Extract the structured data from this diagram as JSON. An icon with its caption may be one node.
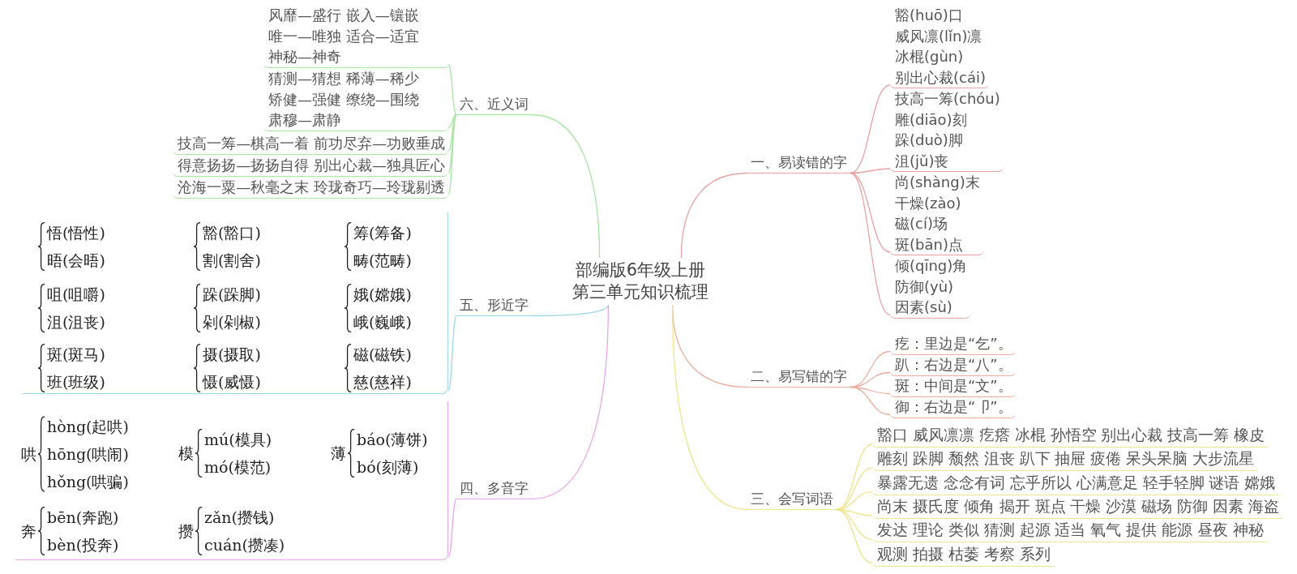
{
  "diagram": {
    "nodes": [
      {
        "text": [
          "部编版6年级上册",
          "第三单元知识梳理"
        ]
      },
      {
        "text": [
          "一、易读错的字"
        ]
      },
      {
        "text": [
          "豁(huō)口",
          "威风凛(lǐn)凛",
          "冰棍(gùn)",
          "别出心裁(cái)"
        ]
      },
      {
        "text": [
          "技高一筹(chóu)",
          "雕(diāo)刻",
          "跺(duò)脚",
          "沮(jǔ)丧"
        ]
      },
      {
        "text": [
          "尚(shàng)末",
          "干燥(zào)",
          "磁(cí)场",
          "斑(bān)点"
        ]
      },
      {
        "text": [
          "倾(qīng)角",
          "防御(yù)",
          "因素(sù)"
        ]
      },
      {
        "text": [
          "二、易写错的字"
        ]
      },
      {
        "text": [
          "疙：里边是“乞”。"
        ]
      },
      {
        "text": [
          "趴：右边是“八”。"
        ]
      },
      {
        "text": [
          "斑：中间是“文”。"
        ]
      },
      {
        "text": [
          "御：右边是“卩”。"
        ]
      },
      {
        "text": [
          "三、会写词语"
        ]
      },
      {
        "text": [
          "豁口 威风凛凛 疙瘩 冰棍 孙悟空 别出心裁 技高一筹 橡皮"
        ]
      },
      {
        "text": [
          "雕刻 跺脚 颓然 沮丧 趴下 抽屉 疲倦 呆头呆脑 大步流星"
        ]
      },
      {
        "text": [
          "暴露无遗 念念有词 忘乎所以 心满意足 轻手轻脚 谜语 嫦娥"
        ]
      },
      {
        "text": [
          "尚末 摄氏度 倾角 揭开 斑点 干燥 沙漠 磁场 防御 因素 海盗"
        ]
      },
      {
        "text": [
          "发达 理论 类似 猜测 起源 适当 氧气 提供 能源 昼夜 神秘"
        ]
      },
      {
        "text": [
          "观测 拍摄 枯萎 考察 系列"
        ]
      },
      {
        "text": [
          "四、多音字"
        ]
      },
      {
        "text": [],
        "shape": "box"
      },
      {
        "text": [
          "哄",
          "hòng(起哄)",
          "hōng(哄闹)",
          "hǒng(哄骗)"
        ],
        "in": 19
      },
      {
        "text": [
          "模",
          "mú(模具)",
          "mó(模范)"
        ],
        "in": 19
      },
      {
        "text": [
          "薄",
          "báo(薄饼)",
          "bó(刻薄)"
        ],
        "in": 19
      },
      {
        "text": [
          "奔",
          "bēn(奔跑)",
          "bèn(投奔)"
        ],
        "in": 19
      },
      {
        "text": [
          "攒",
          "zǎn(攒钱)",
          "cuán(攒凑)"
        ],
        "in": 19
      },
      {
        "text": [
          "五、形近字"
        ]
      },
      {
        "text": [],
        "shape": "box"
      },
      {
        "text": [
          "悟(悟性)",
          "晤(会晤)"
        ],
        "in": 26
      },
      {
        "text": [
          "豁(豁口)",
          "割(割舍)"
        ],
        "in": 26
      },
      {
        "text": [
          "筹(筹备)",
          "畴(范畴)"
        ],
        "in": 26
      },
      {
        "text": [
          "咀(咀嚼)",
          "沮(沮丧)"
        ],
        "in": 26
      },
      {
        "text": [
          "跺(跺脚)",
          "剁(剁椒)"
        ],
        "in": 26
      },
      {
        "text": [
          "娥(嫦娥)",
          "峨(巍峨)"
        ],
        "in": 26
      },
      {
        "text": [
          "斑(斑马)",
          "班(班级)"
        ],
        "in": 26
      },
      {
        "text": [
          "摄(摄取)",
          "慑(威慑)"
        ],
        "in": 26
      },
      {
        "text": [
          "磁(磁铁)",
          "慈(慈祥)"
        ],
        "in": 26
      },
      {
        "text": [
          "六、近义词"
        ]
      },
      {
        "text": [
          "风靡—盛行 嵌入—镶嵌",
          "唯一—唯独 适合—适宜",
          "神秘—神奇"
        ]
      },
      {
        "text": [
          "猜测—猜想 稀薄—稀少",
          "矫健—强健 缭绕—围绕",
          "肃穆—肃静"
        ]
      },
      {
        "text": [
          "技高一筹—棋高一着 前功尽弃—功败垂成"
        ]
      },
      {
        "text": [
          "得意扬扬—扬扬自得 别出心裁—独具匠心"
        ]
      },
      {
        "text": [
          "沧海一粟—秋毫之末 玲珑奇巧—玲珑剔透"
        ]
      }
    ],
    "edges": [
      {
        "from": 0,
        "to": 1,
        "arrow": "none",
        "color": "#eba2a2"
      },
      {
        "from": 0,
        "to": 6,
        "arrow": "none",
        "color": "#e9b0a0"
      },
      {
        "from": 0,
        "to": 11,
        "arrow": "none",
        "color": "#efe58c"
      },
      {
        "from": 0,
        "to": 18,
        "arrow": "none",
        "color": "#eaa6ea"
      },
      {
        "from": 0,
        "to": 25,
        "arrow": "none",
        "color": "#9fd6ea"
      },
      {
        "from": 0,
        "to": 36,
        "arrow": "none",
        "color": "#a7e6a2"
      },
      {
        "from": 1,
        "to": 2,
        "arrow": "none",
        "color": "#eba2a2"
      },
      {
        "from": 1,
        "to": 3,
        "arrow": "none",
        "color": "#eba2a2"
      },
      {
        "from": 1,
        "to": 4,
        "arrow": "none",
        "color": "#eba2a2"
      },
      {
        "from": 1,
        "to": 5,
        "arrow": "none",
        "color": "#eba2a2"
      },
      {
        "from": 6,
        "to": 7,
        "arrow": "none",
        "color": "#e9b0a0"
      },
      {
        "from": 6,
        "to": 8,
        "arrow": "none",
        "color": "#e9b0a0"
      },
      {
        "from": 6,
        "to": 9,
        "arrow": "none",
        "color": "#e9b0a0"
      },
      {
        "from": 6,
        "to": 10,
        "arrow": "none",
        "color": "#e9b0a0"
      },
      {
        "from": 11,
        "to": 12,
        "arrow": "none",
        "color": "#efe58c"
      },
      {
        "from": 11,
        "to": 13,
        "arrow": "none",
        "color": "#efe58c"
      },
      {
        "from": 11,
        "to": 14,
        "arrow": "none",
        "color": "#efe58c"
      },
      {
        "from": 11,
        "to": 15,
        "arrow": "none",
        "color": "#efe58c"
      },
      {
        "from": 11,
        "to": 16,
        "arrow": "none",
        "color": "#efe58c"
      },
      {
        "from": 11,
        "to": 17,
        "arrow": "none",
        "color": "#efe58c"
      },
      {
        "from": 18,
        "to": 19,
        "arrow": "none",
        "color": "#eaa6ea"
      },
      {
        "from": 25,
        "to": 26,
        "arrow": "none",
        "color": "#9fd6ea"
      },
      {
        "from": 36,
        "to": 37,
        "arrow": "none",
        "color": "#a7e6a2"
      },
      {
        "from": 36,
        "to": 38,
        "arrow": "none",
        "color": "#a7e6a2"
      },
      {
        "from": 36,
        "to": 39,
        "arrow": "none",
        "color": "#a7e6a2"
      },
      {
        "from": 36,
        "to": 40,
        "arrow": "none",
        "color": "#a7e6a2"
      },
      {
        "from": 36,
        "to": 41,
        "arrow": "none",
        "color": "#a7e6a2"
      }
    ]
  }
}
